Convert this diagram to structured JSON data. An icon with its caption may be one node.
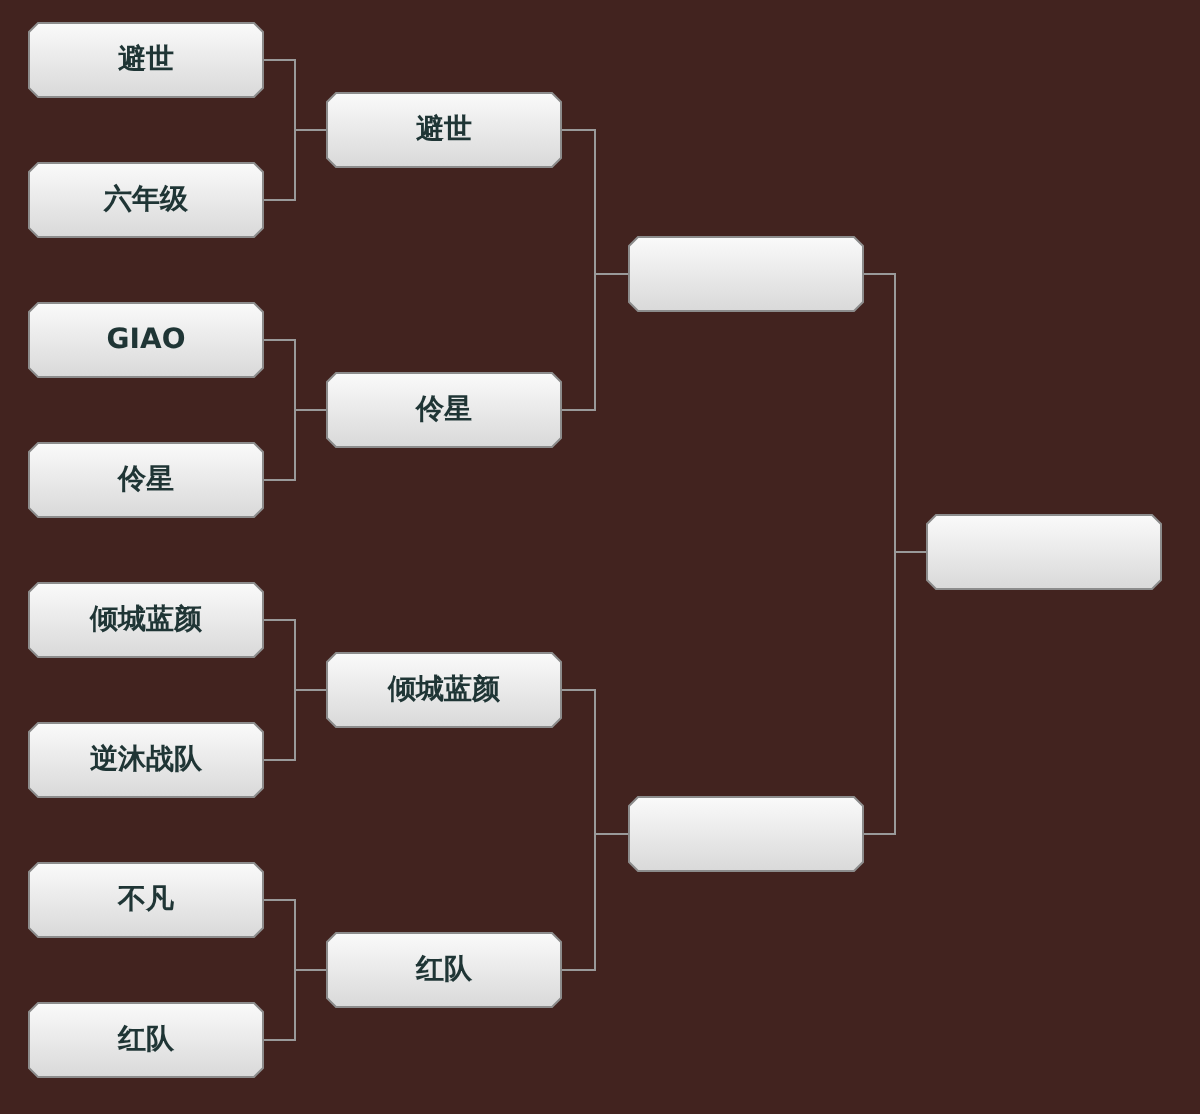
{
  "diagram": {
    "nodes": [
      {
        "text": [
          "避世"
        ]
      },
      {
        "text": [
          "六年级"
        ]
      },
      {
        "text": [
          "GIAO"
        ]
      },
      {
        "text": [
          "伶星"
        ]
      },
      {
        "text": [
          "倾城蓝颜"
        ]
      },
      {
        "text": [
          "逆沐战队"
        ]
      },
      {
        "text": [
          "不凡"
        ]
      },
      {
        "text": [
          "红队"
        ]
      },
      {
        "text": [
          "避世"
        ]
      },
      {
        "text": [
          "伶星"
        ]
      },
      {
        "text": [
          "倾城蓝颜"
        ]
      },
      {
        "text": [
          "红队"
        ]
      },
      {
        "text": [],
        "shape": "box"
      },
      {
        "text": [],
        "shape": "box"
      },
      {
        "text": [],
        "shape": "box"
      }
    ],
    "edges": [
      {
        "from": 0,
        "to": 8,
        "arrow": "none"
      },
      {
        "from": 1,
        "to": 8,
        "arrow": "none"
      },
      {
        "from": 2,
        "to": 9,
        "arrow": "none"
      },
      {
        "from": 3,
        "to": 9,
        "arrow": "none"
      },
      {
        "from": 4,
        "to": 10,
        "arrow": "none"
      },
      {
        "from": 5,
        "to": 10,
        "arrow": "none"
      },
      {
        "from": 6,
        "to": 11,
        "arrow": "none"
      },
      {
        "from": 7,
        "to": 11,
        "arrow": "none"
      },
      {
        "from": 8,
        "to": 12,
        "arrow": "none"
      },
      {
        "from": 9,
        "to": 12,
        "arrow": "none"
      },
      {
        "from": 10,
        "to": 13,
        "arrow": "none"
      },
      {
        "from": 11,
        "to": 13,
        "arrow": "none"
      },
      {
        "from": 12,
        "to": 14,
        "arrow": "none"
      },
      {
        "from": 13,
        "to": 14,
        "arrow": "none"
      }
    ]
  }
}
